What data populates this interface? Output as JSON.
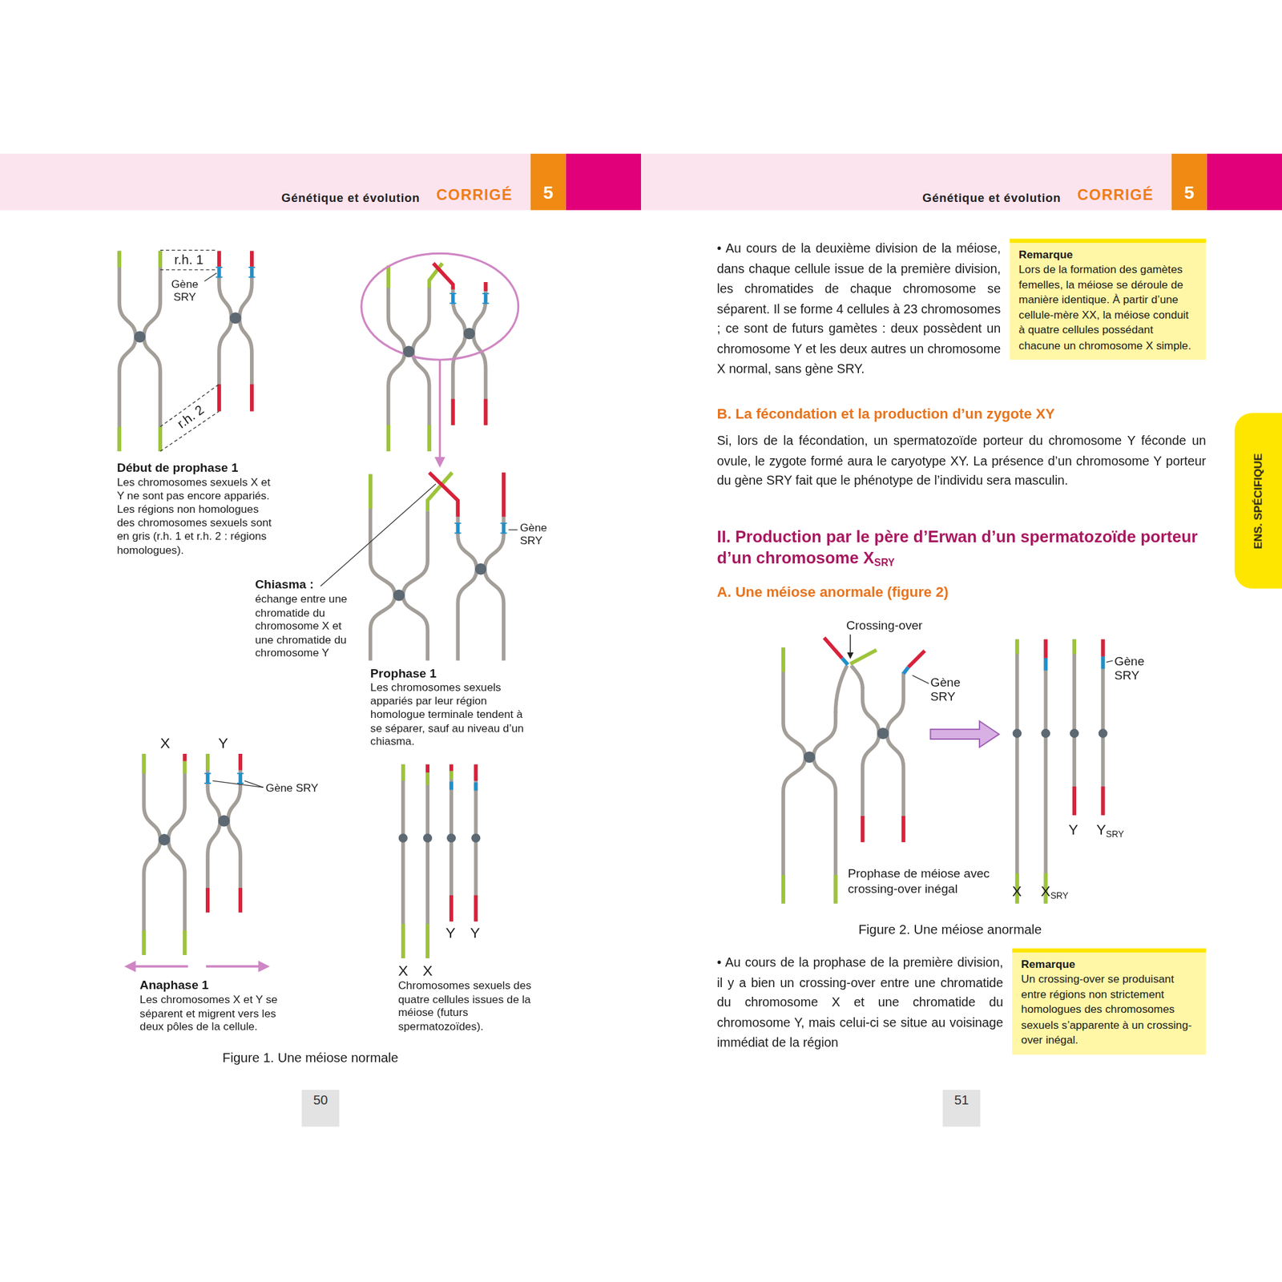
{
  "diagram": {
    "nodes": [
      {
        "text": [
          "Génétique et évolution",
          "CORRIGÉ"
        ]
      },
      {
        "text": [
          "5"
        ]
      },
      {
        "text": [
          "Génétique et évolution",
          "CORRIGÉ"
        ]
      },
      {
        "text": [
          "5"
        ]
      },
      {
        "text": [
          "ENS. SPÉCIFIQUE"
        ]
      },
      {
        "text": [
          "Remarque",
          "Lors de la formation des gamètes femelles, la méiose se déroule de manière identique. À partir d’une cellule-mère XX, la méiose conduit à quatre cellules possédant chacune un chromosome X simple."
        ]
      },
      {
        "text": [
          "Remarque",
          "Un crossing-over se produisant entre régions non strictement homologues des chromosomes sexuels s’apparente à un crossing-over inégal."
        ]
      },
      {
        "text": [
          "50"
        ]
      },
      {
        "text": [
          "51"
        ]
      }
    ],
    "labels": [
      "r.h. 1",
      "Gène SRY",
      "r.h. 2",
      "Début de prophase 1",
      "Les chromosomes sexuels X et Y ne sont pas encore appariés. Les régions non homologues des chromosomes sexuels sont en gris (r.h. 1 et r.h. 2 : régions homologues).",
      "Gène SRY",
      "Chiasma :",
      "échange entre une chromatide du chromosome X et une chromatide du chromosome Y",
      "Prophase 1",
      "Les chromosomes sexuels appariés par leur région homologue terminale tendent à se séparer, sauf au niveau d’un chiasma.",
      "X",
      "Y",
      "Gène SRY",
      "Anaphase 1",
      "Les chromosomes X et Y se séparent et migrent vers les deux pôles de la cellule.",
      "Y",
      "Y",
      "X",
      "X",
      "Chromosomes sexuels des quatre cellules issues de la méiose (futurs spermatozoïdes).",
      "Figure 1. Une méiose normale",
      "• Au cours de la deuxième division de la méiose, dans chaque cellule issue de la première division, les chromatides de chaque chromosome se séparent. Il se forme 4 cellules à 23 chromosomes ; ce sont de futurs gamètes : deux possèdent un chromosome Y et les deux autres un chromosome X normal, sans gène SRY.",
      "B. La fécondation et la production d’un zygote XY",
      "Si, lors de la fécondation, un spermatozoïde porteur du chromosome Y féconde un ovule, le zygote formé aura le caryotype XY. La présence d’un chromosome Y porteur du gène SRY fait que le phénotype de l’individu sera masculin.",
      "II. Production par le père d’Erwan d’un spermatozoïde porteur d’un chromosome X",
      "SRY",
      "A. Une méiose anormale (figure 2)",
      "Crossing-over",
      "Gène SRY",
      "Gène SRY",
      "Y",
      "Y",
      "SRY",
      "Prophase de méiose avec crossing-over inégal",
      "X",
      "X",
      "SRY",
      "Figure 2. Une méiose anormale",
      "• Au cours de la prophase de la première division, il y a bien un crossing-over entre une chromatide du chromosome X et une chromatide du chromosome Y, mais celui-ci se situe au voisinage immédiat de la région"
    ]
  }
}
